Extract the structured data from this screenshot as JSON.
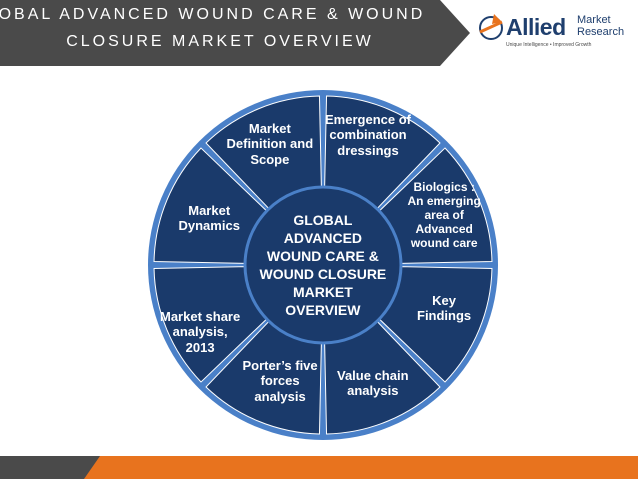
{
  "header": {
    "title_line1": "LOBAL ADVANCED WOUND CARE & WOUND",
    "title_line2": "CLOSURE MARKET OVERVIEW"
  },
  "logo": {
    "word": "Allied",
    "market": "Market",
    "research": "Research",
    "tagline": "Unique Intelligence • Improved Growth"
  },
  "diagram": {
    "center": "GLOBAL\nADVANCED\nWOUND CARE &\nWOUND CLOSURE\nMARKET\nOVERVIEW",
    "segments": [
      "Market\nDefinition and\nScope",
      "Emergence of\ncombination\ndressings",
      "Biologics :\nAn emerging\narea of\nAdvanced\nwound care",
      "Key\nFindings",
      "Value chain\nanalysis",
      "Porter’s five\nforces\nanalysis",
      "Market share\nanalysis,\n2013",
      "Market\nDynamics"
    ],
    "colors": {
      "fill": "#1a3a6b",
      "ring": "#4a80c8",
      "divider": "#ffffff"
    }
  }
}
